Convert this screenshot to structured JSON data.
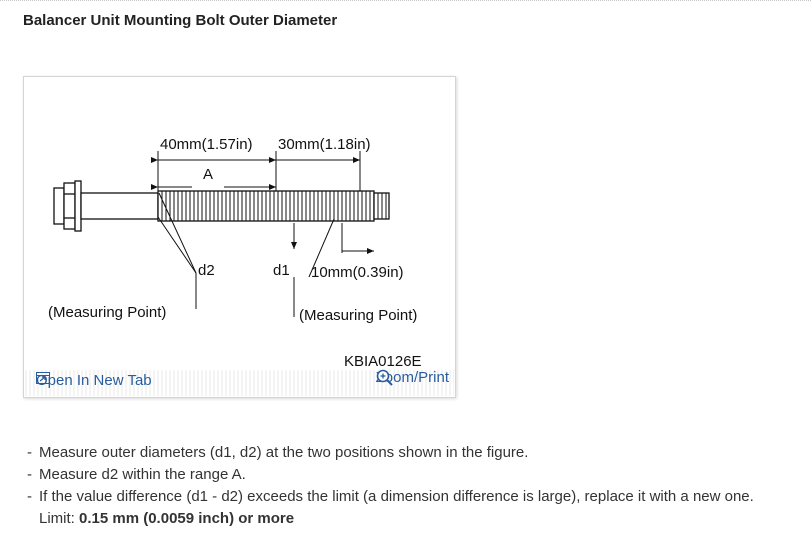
{
  "page": {
    "title": "Balancer Unit Mounting Bolt Outer Diameter"
  },
  "figure": {
    "dim_40mm": "40mm(1.57in)",
    "dim_30mm": "30mm(1.18in)",
    "label_a": "A",
    "label_d2": "d2",
    "label_d1": "d1",
    "dim_10mm": "10mm(0.39in)",
    "measuring_point_left": "(Measuring Point)",
    "measuring_point_right": "(Measuring Point)",
    "figure_code": "KBIA0126E",
    "open_in_new_tab": "Open In New Tab",
    "zoom_print": "Zoom/Print",
    "icons": [
      "open-tab-icon",
      "zoom-icon"
    ],
    "link_color": "#2a5d9e"
  },
  "instructions": {
    "items": [
      "Measure outer diameters (d1, d2) at the two positions shown in the figure.",
      "Measure d2 within the range A.",
      "If the value difference (d1 - d2) exceeds the limit (a dimension difference is large), replace it with a new one."
    ],
    "limit_label": "Limit: ",
    "limit_value": "0.15 mm (0.0059 inch) or more"
  }
}
